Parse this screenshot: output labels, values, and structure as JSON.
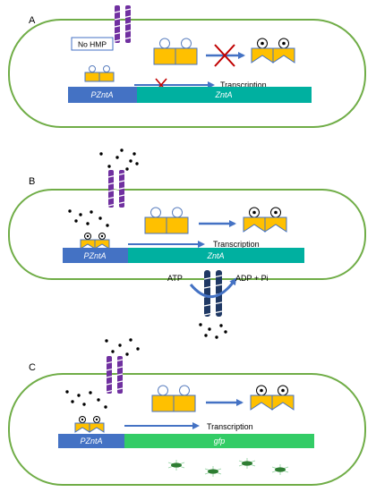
{
  "panels": {
    "a": {
      "letter": "A",
      "badge": "No HMP",
      "promoter": "PZntA",
      "gene": "ZntA",
      "transcription": "Transcription"
    },
    "b": {
      "letter": "B",
      "promoter": "PZntA",
      "gene": "ZntA",
      "transcription": "Transcription",
      "atp": "ATP",
      "adp": "ADP + Pi"
    },
    "c": {
      "letter": "C",
      "promoter": "PZntA",
      "gene": "gfp",
      "transcription": "Transcription"
    }
  },
  "colors": {
    "membrane": "#70ad47",
    "channel": "#7030a0",
    "pump": "#1f3864",
    "promoter": "#4472c4",
    "gene_ab": "#00b0a0",
    "gene_c": "#33cc66",
    "protein": "#ffc000",
    "arrow": "#4472c4",
    "block_x": "#c00000",
    "cell": "#2e7d32"
  },
  "icons": {
    "channel": "transporter-channel-icon",
    "pump": "atp-efflux-pump-icon",
    "regulator": "znta-regulator-dimer-icon",
    "cell": "gfp-bacterium-icon"
  }
}
